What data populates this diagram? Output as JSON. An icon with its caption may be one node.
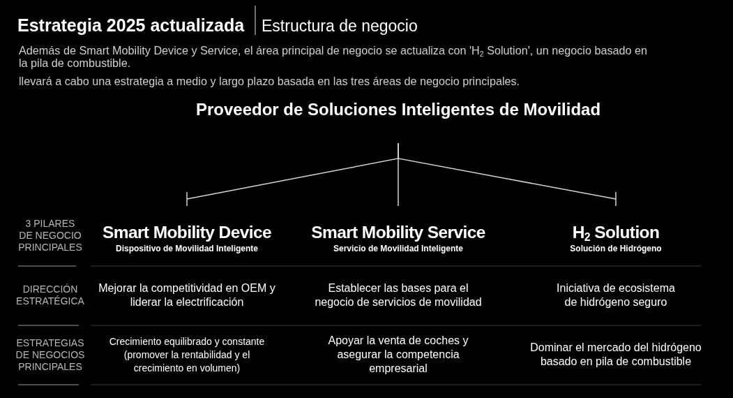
{
  "diagram": {
    "title": "Estrategia 2025 actualizada",
    "nodes": [
      {
        "text": [
          "Proveedor de Soluciones Inteligentes de Movilidad"
        ]
      },
      {
        "text": [
          "Smart Mobility Device",
          "Dispositivo de Movilidad Inteligente"
        ]
      },
      {
        "text": [
          "Smart Mobility Service",
          "Servicio de Movilidad Inteligente"
        ]
      },
      {
        "text": [
          "H$_{2}$ Solution",
          "Solución de Hidrógeno"
        ]
      }
    ],
    "edges": [
      {
        "from": 0,
        "to": 1,
        "arrow": "none"
      },
      {
        "from": 0,
        "to": 2,
        "arrow": "none"
      },
      {
        "from": 0,
        "to": 3,
        "arrow": "none"
      }
    ],
    "labels": [
      "Estructura de negocio",
      "Además de Smart Mobility Device y Service, el área principal de negocio se actualiza con 'H$_{2}$ Solution', un negocio basado en la pila de combustible.",
      "llevará a cabo una estrategia a medio y largo plazo basada en las tres áreas de negocio principales.",
      "3 PILARES DE NEGOCIO PRINCIPALES",
      "DIRECCIÓN ESTRATÉGICA",
      "Mejorar la competitividad en OEM y liderar la electrificación",
      "Establecer las bases para el negocio de servicios de movilidad",
      "Iniciativa de ecosistema de hidrógeno seguro",
      "ESTRATEGIAS DE NEGOCIOS PRINCIPALES",
      "Crecimiento equilibrado y constante (promover la rentabilidad y el crecimiento en volumen)",
      "Apoyar la venta de coches y asegurar la competencia empresarial",
      "Dominar el mercado del hidrógeno basado en pila de combustible"
    ]
  }
}
